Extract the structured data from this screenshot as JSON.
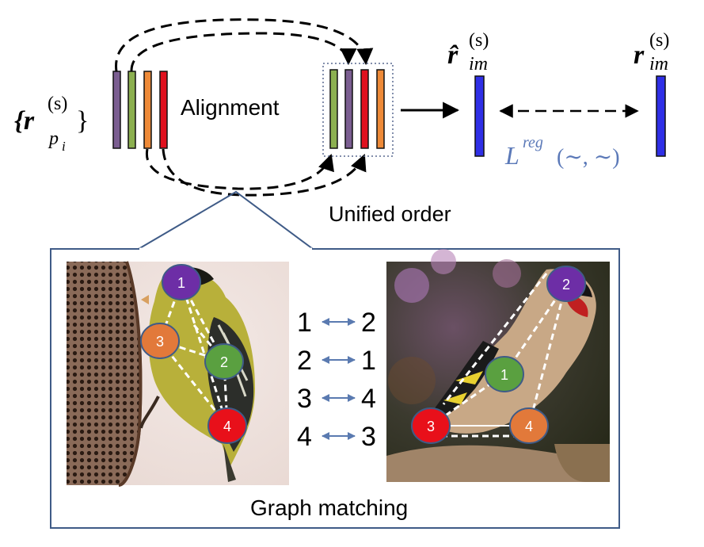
{
  "colors": {
    "purple": "#7b5e91",
    "green": "#8cb050",
    "orange": "#ee8a38",
    "red": "#e0101e",
    "blue": "#2f2fe6",
    "formula_blue": "#5b79b8",
    "box_border": "#3f5b87",
    "arrow_blue": "#5a7ab0",
    "node_purple": "#6d2ea6",
    "node_orange": "#e2793a",
    "node_green": "#5aa040",
    "node_red": "#e8101a"
  },
  "labels": {
    "input_set": "{r",
    "input_sub": "p",
    "input_subsub": "i",
    "input_sup": "(s)",
    "input_close": "}",
    "alignment": "Alignment",
    "unified_order": "Unified order",
    "rhat": "r̂",
    "rhat_sub": "im",
    "rhat_sup": "(s)",
    "r": "r",
    "r_sub": "im",
    "r_sup": "(s)",
    "loss": "L",
    "loss_sup": "reg",
    "loss_args": "(∼, ∼)",
    "graph_matching": "Graph matching"
  },
  "left_nodes": [
    {
      "id": "1",
      "color": "node_purple"
    },
    {
      "id": "2",
      "color": "node_green"
    },
    {
      "id": "3",
      "color": "node_orange"
    },
    {
      "id": "4",
      "color": "node_red"
    }
  ],
  "right_nodes": [
    {
      "id": "1",
      "color": "node_green"
    },
    {
      "id": "2",
      "color": "node_purple"
    },
    {
      "id": "3",
      "color": "node_red"
    },
    {
      "id": "4",
      "color": "node_orange"
    }
  ],
  "matches": [
    {
      "left": "1",
      "right": "2"
    },
    {
      "left": "2",
      "right": "1"
    },
    {
      "left": "3",
      "right": "4"
    },
    {
      "left": "4",
      "right": "3"
    }
  ]
}
